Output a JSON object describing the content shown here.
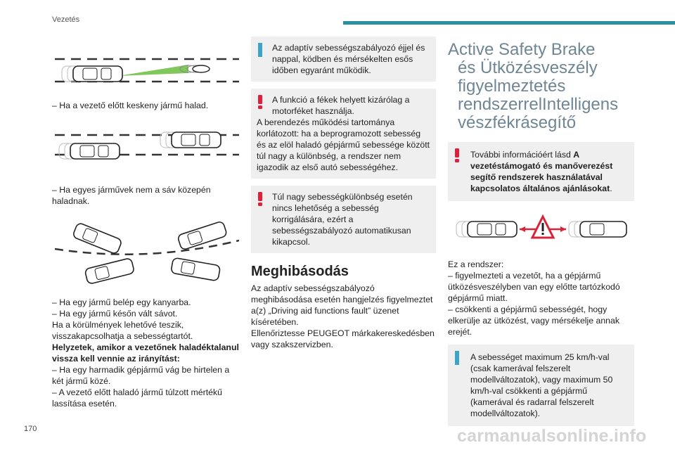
{
  "header": {
    "section": "Vezetés"
  },
  "footer": {
    "page_number": "170",
    "watermark": "carmanualsonline.info"
  },
  "col1": {
    "caption1": "– Ha a vezető előtt keskeny jármű halad.",
    "caption2": "– Ha egyes járművek nem a sáv közepén haladnak.",
    "caption3a": "– Ha egy jármű belép egy kanyarba.",
    "caption3b": "– Ha egy jármű későn vált sávot.",
    "caption3c": "Ha a körülmények lehetővé teszik, visszakapcsolhatja a sebességtartót.",
    "bold_heading": "Helyzetek, amikor a vezetőnek haladéktalanul vissza kell vennie az irányítást:",
    "item1": "– Ha egy harmadik gépjármű vág be hirtelen a két jármű közé.",
    "item2": "– A vezető előtt haladó jármű túlzott mértékű lassítása esetén."
  },
  "col2": {
    "note1": "Az adaptív sebességszabályozó éjjel és nappal, ködben és mérsékelten eső­s időben egyaránt működik.",
    "note2_line1": "A funkció a fékek helyett kizárólag a motorféket használja.",
    "note2_line2": "A berendezés működési tartománya korlátozott: ha a beprogramozott sebesség és az elöl haladó gépjármű sebessége között túl nagy a különbség, a rendszer nem igazodik az első autó sebességéhez.",
    "note3": "Túl nagy sebességkülönbség esetén nincs lehetőség a sebesség korrigálására, ezért a sebességszabályozó automatikusan kikapcsol.",
    "heading": "Meghibásodás",
    "para": "Az adaptív sebességszabályozó meghibásodása esetén hangjelzés figyelmeztet a(z) „Driving aid functions fault” üzenet kíséretében.",
    "para2": "Ellenőriztesse PEUGEOT márkakereskedésben vagy szakszervizben."
  },
  "col3": {
    "title_l1": "Active Safety Brake",
    "title_l2": "és Ütközésveszély",
    "title_l3": "figyelmeztetés",
    "title_l4": "rendszerrelIntelligens",
    "title_l5": "vészfékrásegítő",
    "warn_pre": "További információért lásd ",
    "warn_bold": "A vezetéstámogató és manőverezést segítő rendszerek használatával kapcsolatos általános ajánlásokat",
    "warn_post": ".",
    "intro": "Ez a rendszer:",
    "item1": "– figyelmezteti a vezetőt, ha a gépjármű ütközésveszélyben van egy előtte tartózkodó gépjármű miatt.",
    "item2": "– csökkenti a gépjármű sebességét, hogy elkerülje az ütközést, vagy mérsékelje annak erejét.",
    "info": "A sebességet maximum 25 km/h-val (csak kamerával felszerelt modellváltozatok), vagy maximum 50 km/h-val csökkenti a gépjármű (kamerával és radarral felszerelt modellváltozatok)."
  },
  "colors": {
    "accent": "#2b8f9b",
    "info_icon": "#3aa4cb",
    "warn_icon": "#e0203a",
    "note_bg": "#efefef"
  }
}
